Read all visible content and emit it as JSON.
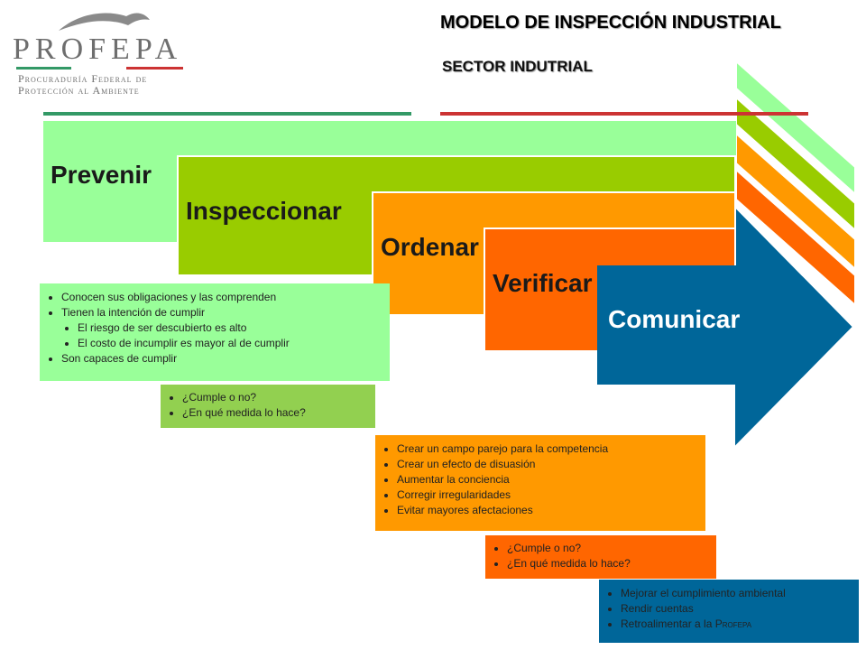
{
  "header": {
    "logo_word": "PROFEPA",
    "logo_line1": "Procuraduría Federal de",
    "logo_line2": "Protección al Ambiente",
    "title": "MODELO DE INSPECCIÓN INDUSTRIAL",
    "subtitle": "SECTOR INDUTRIAL"
  },
  "colors": {
    "prevenir": "#99ff99",
    "inspeccionar": "#99cc00",
    "ordenar": "#ff9900",
    "verificar": "#ff6600",
    "comunicar": "#006699",
    "green_line": "#339966",
    "red_line": "#cc3333"
  },
  "stages": {
    "prevenir": "Prevenir",
    "inspeccionar": "Inspeccionar",
    "ordenar": "Ordenar",
    "verificar": "Verificar",
    "comunicar": "Comunicar"
  },
  "boxes": {
    "prevenir": [
      "Conocen sus obligaciones y las comprenden",
      "Tienen la intención de cumplir",
      "El riesgo de ser descubierto es alto",
      "El costo de incumplir es mayor al de cumplir",
      "Son capaces de cumplir"
    ],
    "inspeccionar": [
      "¿Cumple o no?",
      "¿En qué medida lo hace?"
    ],
    "ordenar": [
      "Crear un campo parejo para la competencia",
      "Crear un efecto de disuasión",
      "Aumentar la conciencia",
      "Corregir irregularidades",
      "Evitar mayores afectaciones"
    ],
    "verificar": [
      "¿Cumple o no?",
      "¿En qué medida lo hace?"
    ],
    "comunicar": [
      "Mejorar el cumplimiento ambiental",
      "Rendir cuentas",
      "Retroalimentar a la ",
      "Profepa"
    ]
  }
}
